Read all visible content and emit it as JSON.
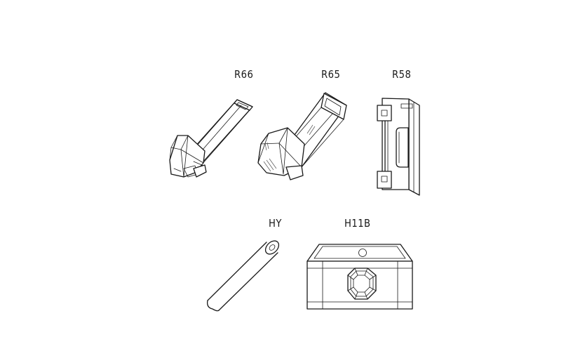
{
  "parts": [
    {
      "id": "r66",
      "label": "R66",
      "icon": "tubular-adapter-icon"
    },
    {
      "id": "r65",
      "label": "R65",
      "icon": "square-tube-adapter-icon"
    },
    {
      "id": "r58",
      "label": "R58",
      "icon": "clip-bracket-icon"
    },
    {
      "id": "hy",
      "label": "HY",
      "icon": "pin-rod-icon"
    },
    {
      "id": "h11b",
      "label": "H11B",
      "icon": "block-with-hex-window-icon"
    }
  ],
  "colors": {
    "line": "#1a1a1a",
    "background": "#ffffff"
  }
}
